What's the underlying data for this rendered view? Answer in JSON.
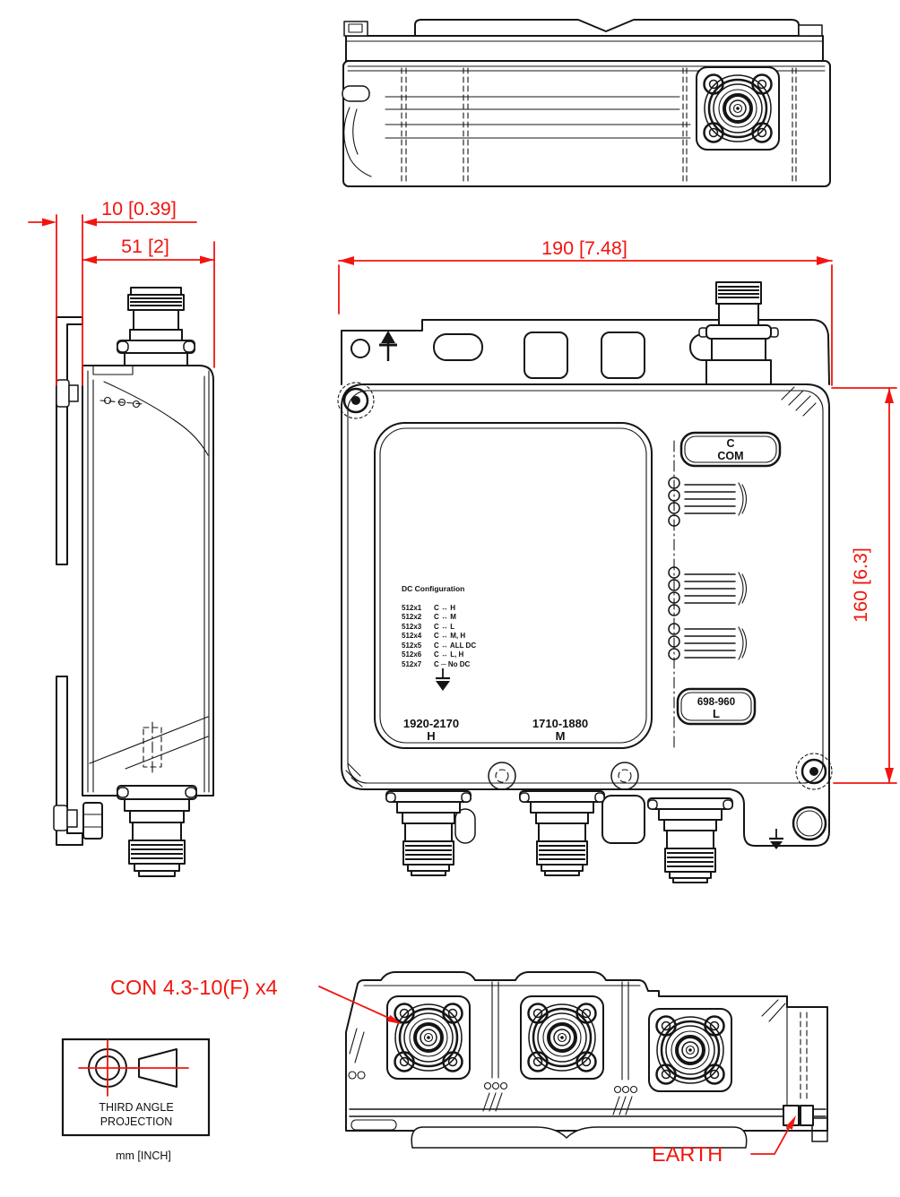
{
  "dimensions": {
    "bracket_offset": "10 [0.39]",
    "depth": "51 [2]",
    "width": "190 [7.48]",
    "height": "160 [6.3]"
  },
  "ports": {
    "com": {
      "line1": "C",
      "line2": "COM"
    },
    "low": {
      "line1": "698-960",
      "line2": "L"
    },
    "high": {
      "line1": "1920-2170",
      "line2": "H"
    },
    "mid": {
      "line1": "1710-1880",
      "line2": "M"
    }
  },
  "dc_config": {
    "title": "DC Configuration",
    "rows": [
      {
        "code": "512x1",
        "path": "C ↔ H"
      },
      {
        "code": "512x2",
        "path": "C ↔ M"
      },
      {
        "code": "512x3",
        "path": "C ↔ L"
      },
      {
        "code": "512x4",
        "path": "C ↔ M, H"
      },
      {
        "code": "512x5",
        "path": "C ↔ ALL DC"
      },
      {
        "code": "512x6",
        "path": "C ↔ L, H"
      },
      {
        "code": "512x7",
        "path": "C ─ No DC"
      }
    ]
  },
  "callouts": {
    "connector": "CON 4.3-10(F) x4",
    "earth": "EARTH"
  },
  "projection": {
    "line1": "THIRD ANGLE",
    "line2": "PROJECTION",
    "units": "mm [INCH]"
  },
  "colors": {
    "line_black": "#151515",
    "dimension_red": "#f2150f"
  }
}
